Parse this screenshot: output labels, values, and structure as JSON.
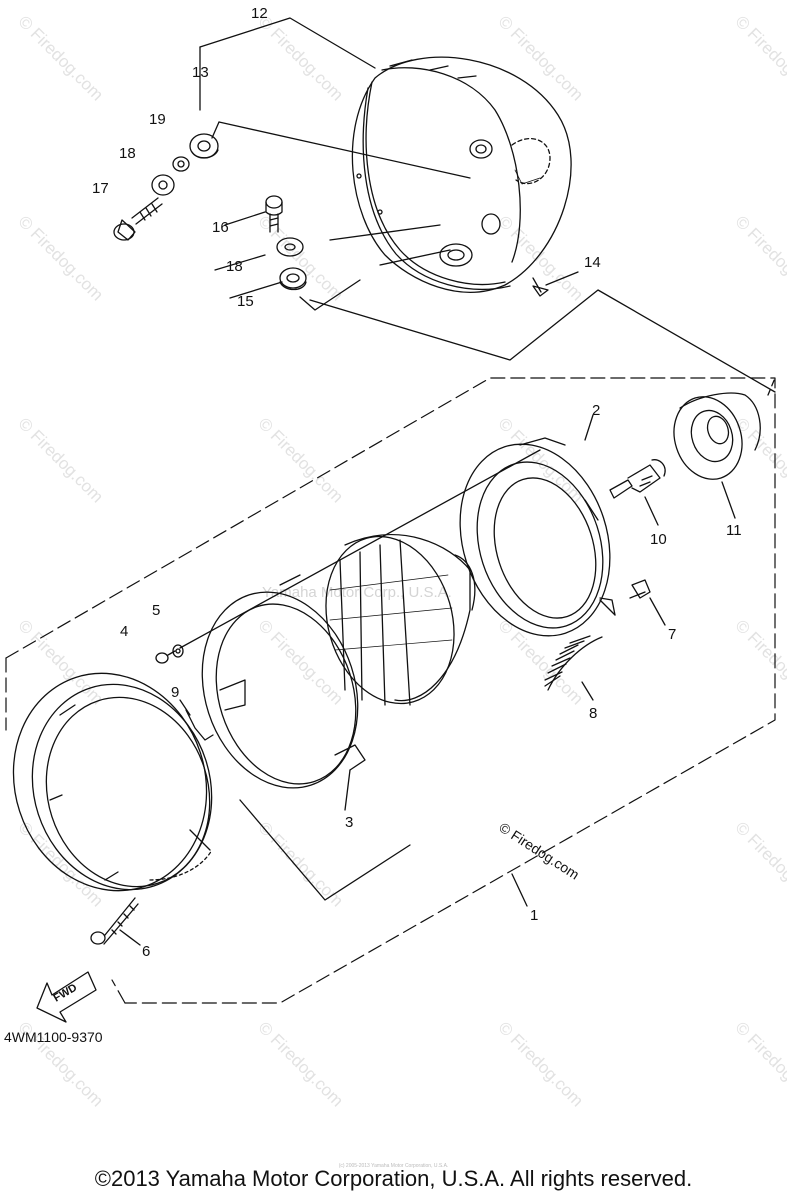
{
  "diagram": {
    "labels": {
      "l1": "1",
      "l2": "2",
      "l3": "3",
      "l4": "4",
      "l5": "5",
      "l6": "6",
      "l7": "7",
      "l8": "8",
      "l9": "9",
      "l10": "10",
      "l11": "11",
      "l12": "12",
      "l13": "13",
      "l14": "14",
      "l15": "15",
      "l16": "16",
      "l17": "17",
      "l18a": "18",
      "l18b": "18",
      "l19": "19"
    },
    "fwd_label": "FWD",
    "diagram_code": "4WM1100-9370",
    "center_watermark": "Yamaha Motor Corp., U.S.A.",
    "inline_watermark": "© Firedog.com",
    "watermark_text": "© Firedog.com",
    "tiny_copyright": "(c) 2005-2013 Yamaha Motor Corporation, U.S.A.",
    "footer": "©2013 Yamaha Motor Corporation, U.S.A. All rights reserved."
  },
  "colors": {
    "line": "#111111",
    "watermark": "#e2e2e2"
  }
}
